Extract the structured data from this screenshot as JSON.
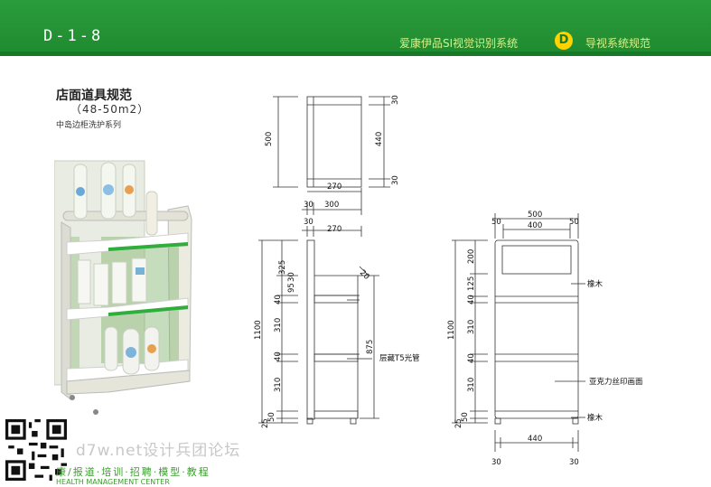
{
  "header": {
    "code": "D-1-8",
    "system_title": "爱康伊品SI视觉识别系统",
    "badge": "D",
    "subtitle": "导视系统规范"
  },
  "page": {
    "title": "店面道具规范",
    "area": "（48-50m2）",
    "series": "中岛边柜洗护系列"
  },
  "diagram": {
    "top_view": {
      "height": "500",
      "top": "30",
      "mid": "440",
      "bottom": "30",
      "width": "270",
      "left_offset": "30",
      "depth": "300"
    },
    "side_view": {
      "left_offset": "30",
      "width": "270",
      "total": "1100",
      "h325": "325",
      "h30": "30",
      "h95": "95",
      "h40a": "40",
      "h310a": "310",
      "h40b": "40",
      "h310b": "310",
      "h50": "50",
      "h25": "25",
      "h20": "20",
      "h875": "875",
      "light_label": "层藏T5光管"
    },
    "front_view": {
      "total_width": "500",
      "left": "50",
      "inner": "400",
      "right": "50",
      "total": "1100",
      "h200": "200",
      "h125": "125",
      "h40a": "40",
      "h310a": "310",
      "h40b": "40",
      "h310b": "310",
      "h50": "50",
      "h25": "25",
      "bottom_width": "440",
      "foot_left": "30",
      "foot_right": "30",
      "label_wood1": "橡木",
      "label_acrylic": "亚克力丝印画面",
      "label_wood2": "橡木"
    }
  },
  "footer": {
    "forum": "d7w.net设计兵团论坛",
    "slogan": "康/报道·培训·招聘·模型·教程",
    "company_en": "HEALTH MANAGEMENT CENTER"
  },
  "colors": {
    "brand_green": "#1f8a2f",
    "accent_yellow": "#ffd200",
    "shelf_green": "#2fae3a"
  }
}
